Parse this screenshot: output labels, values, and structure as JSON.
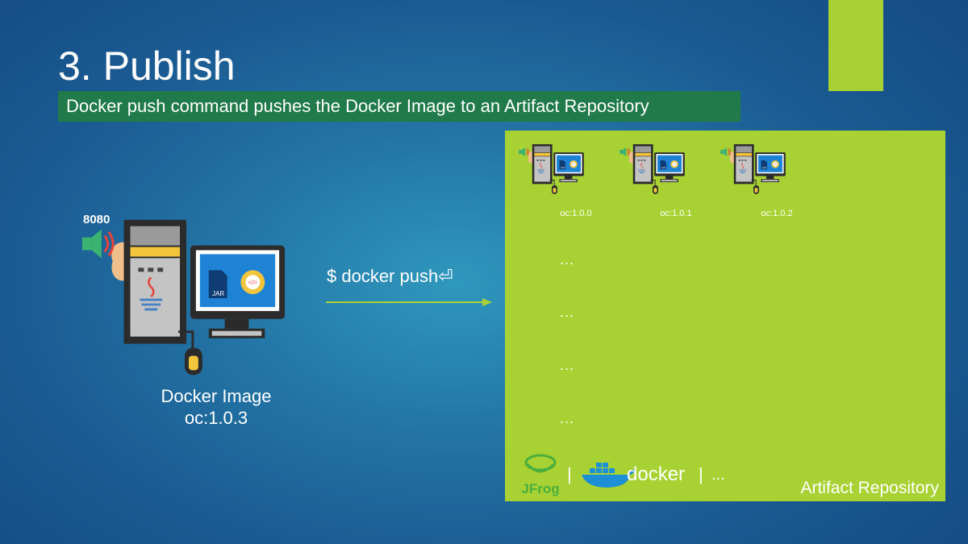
{
  "slide": {
    "title": "3. Publish",
    "subtitle": "Docker push command pushes the Docker Image to an Artifact Repository"
  },
  "local_image": {
    "port": "8080",
    "caption_line1": "Docker Image",
    "caption_line2": "oc:1.0.3",
    "file_label": "JAR",
    "code_symbol": "</>"
  },
  "command": "$ docker push⏎",
  "repository": {
    "label": "Artifact Repository",
    "images": [
      {
        "tag": "oc:1.0.0"
      },
      {
        "tag": "oc:1.0.1"
      },
      {
        "tag": "oc:1.0.2"
      }
    ],
    "ellipsis_rows": [
      "...",
      "...",
      "...",
      "..."
    ],
    "logos": {
      "jfrog": "JFrog",
      "docker": "docker",
      "separator": "|",
      "more": "..."
    }
  },
  "colors": {
    "background_center": "#2f98bd",
    "background_edge": "#154780",
    "accent_green": "#a8d233",
    "subtitle_bar": "#207a4a",
    "arrow": "#a8d233"
  }
}
